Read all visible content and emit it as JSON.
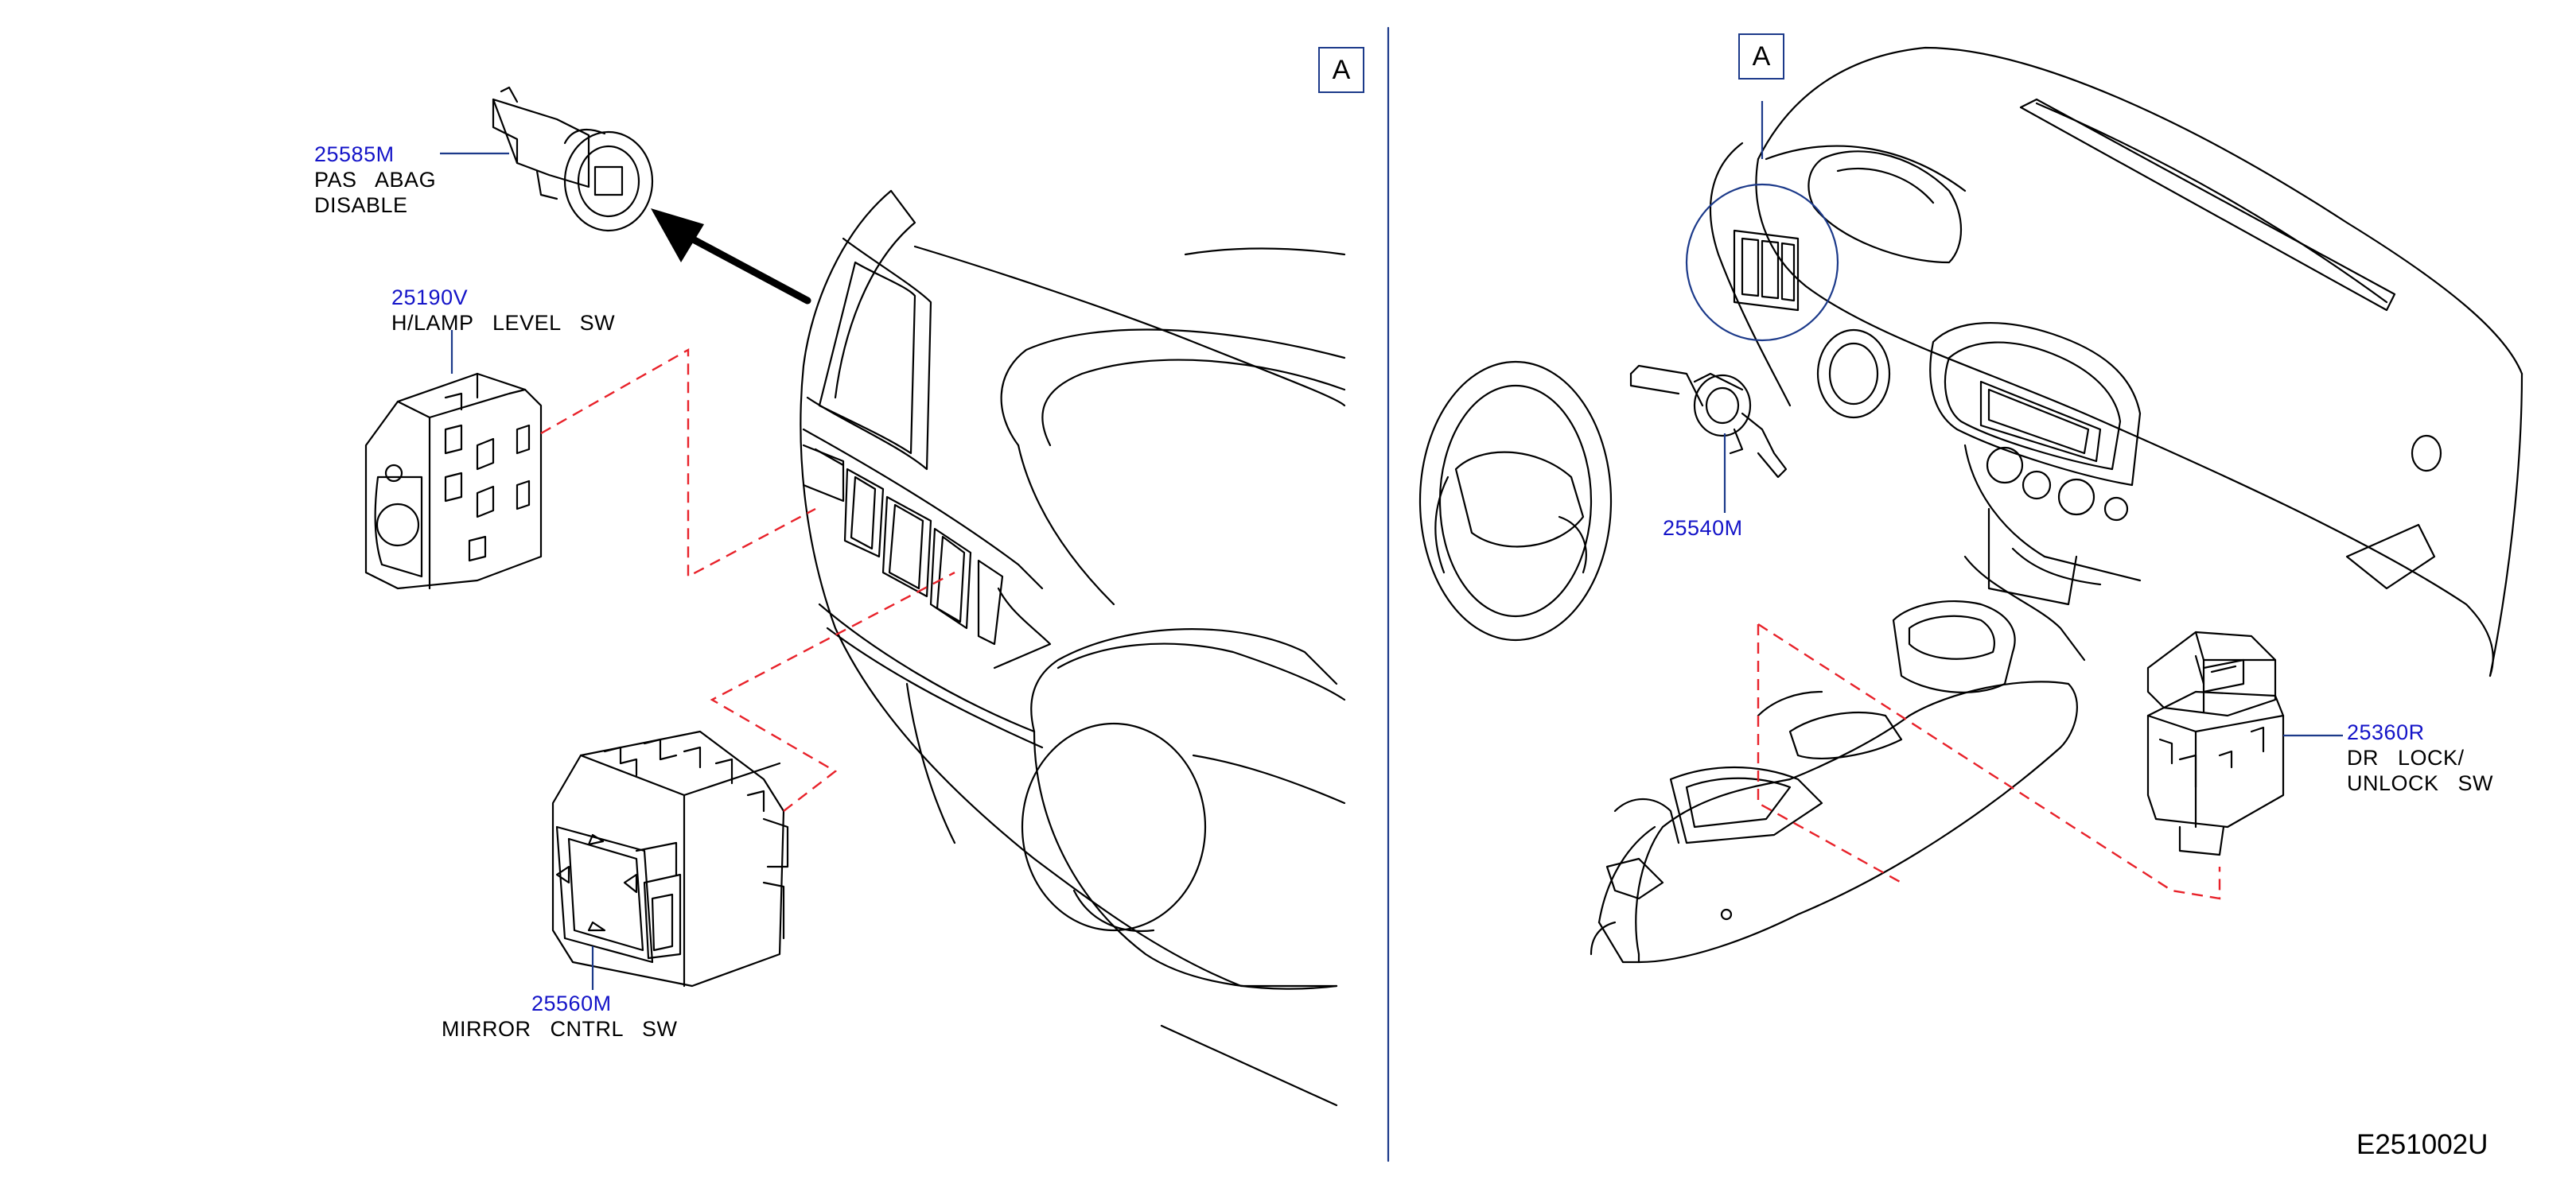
{
  "view_label": "A",
  "drawing_code": "E251002U",
  "colors": {
    "part_number": "#1414c8",
    "leader": "#1c3a8a",
    "dashed": "#e8222a",
    "line": "#000000"
  },
  "parts": [
    {
      "id": "pas-abag",
      "number": "25585M",
      "desc": [
        "PAS   ABAG",
        "DISABLE"
      ]
    },
    {
      "id": "hlamp",
      "number": "25190V",
      "desc": [
        "H/LAMP   LEVEL   SW"
      ]
    },
    {
      "id": "mirror",
      "number": "25560M",
      "desc": [
        "MIRROR   CNTRL   SW"
      ]
    },
    {
      "id": "combi",
      "number": "25540M",
      "desc": []
    },
    {
      "id": "drlock",
      "number": "25360R",
      "desc": [
        "DR   LOCK/",
        "UNLOCK   SW"
      ]
    }
  ]
}
